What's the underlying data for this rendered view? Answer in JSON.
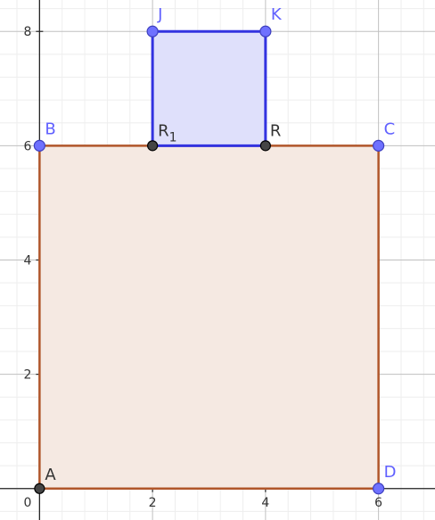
{
  "view": {
    "x_range": [
      -0.7,
      7.0
    ],
    "y_range": [
      -0.55,
      8.55
    ],
    "grid_major": 2,
    "grid_minor": 0.4,
    "x_ticks": [
      2,
      4,
      6
    ],
    "y_ticks": [
      2,
      4,
      6,
      8
    ],
    "origin_label": "0"
  },
  "colors": {
    "minor_grid": "#eeeeee",
    "major_grid": "#c0c0c0",
    "axis": "#252525",
    "rect_stroke": "#b0562a",
    "rect_fill": "#f5e9e2",
    "square_stroke": "#3333e0",
    "square_fill": "#dfe0fb",
    "free_point": "#6f71ff",
    "dependent_point": "#454545",
    "point_label_blue": "#6060ff",
    "point_label_dark": "#333333"
  },
  "polygons": [
    {
      "name": "rectangle-abcd",
      "vertices": [
        "A",
        "B",
        "C",
        "D"
      ],
      "style": "rect"
    },
    {
      "name": "square-jkrr1",
      "vertices": [
        "R1",
        "J",
        "K",
        "R"
      ],
      "style": "square"
    }
  ],
  "points": [
    {
      "id": "A",
      "label": "A",
      "x": 0,
      "y": 0,
      "kind": "dependent"
    },
    {
      "id": "B",
      "label": "B",
      "x": 0,
      "y": 6,
      "kind": "free"
    },
    {
      "id": "C",
      "label": "C",
      "x": 6,
      "y": 6,
      "kind": "free"
    },
    {
      "id": "D",
      "label": "D",
      "x": 6,
      "y": 0,
      "kind": "free"
    },
    {
      "id": "J",
      "label": "J",
      "x": 2,
      "y": 8,
      "kind": "free"
    },
    {
      "id": "K",
      "label": "K",
      "x": 4,
      "y": 8,
      "kind": "free"
    },
    {
      "id": "R",
      "label": "R",
      "x": 4,
      "y": 6,
      "kind": "dependent"
    },
    {
      "id": "R1",
      "label": "R",
      "label_sub": "1",
      "x": 2,
      "y": 6,
      "kind": "dependent"
    }
  ]
}
